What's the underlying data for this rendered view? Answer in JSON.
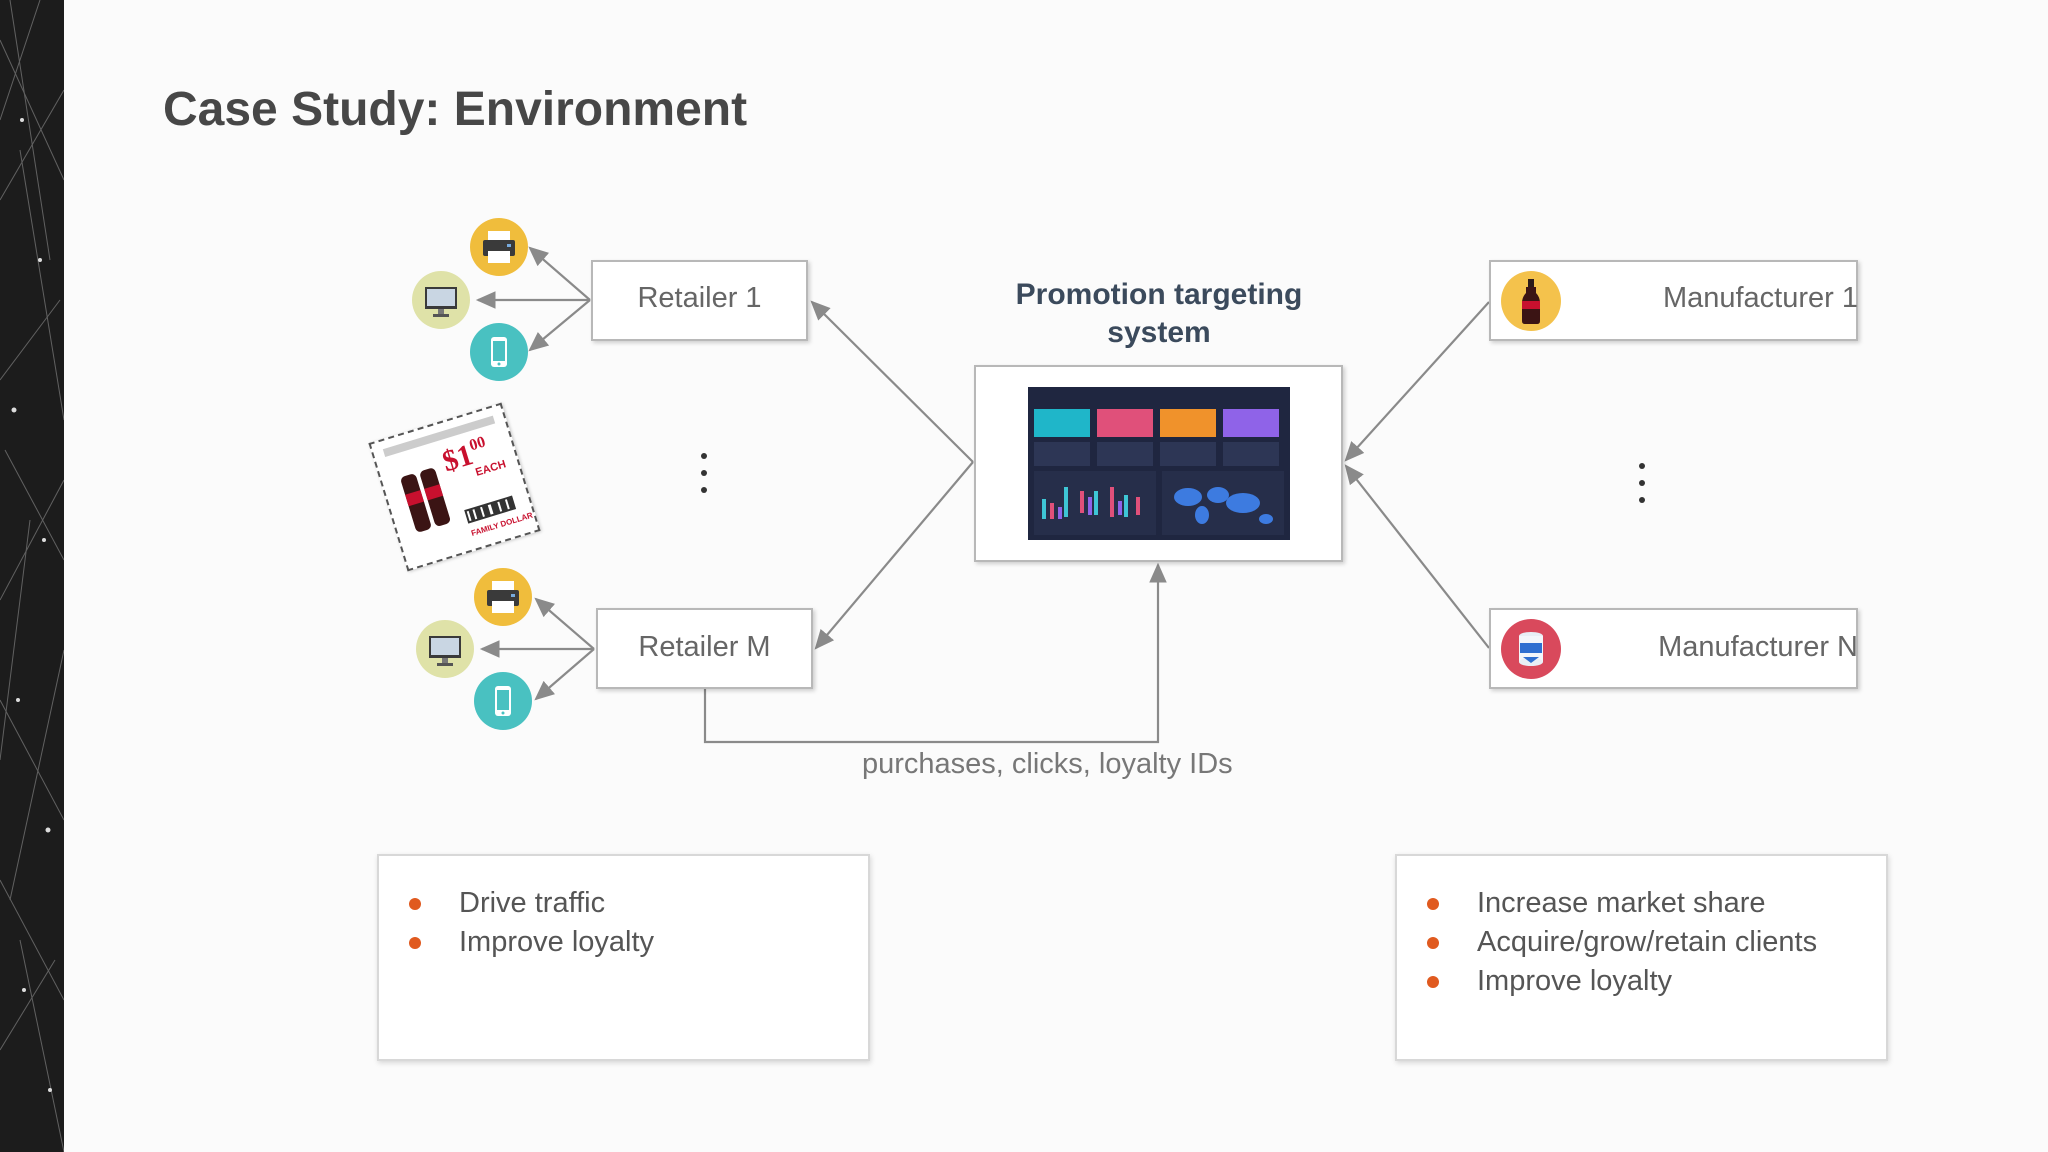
{
  "slide": {
    "title": "Case Study: Environment"
  },
  "retailers": [
    {
      "label": "Retailer 1"
    },
    {
      "label": "Retailer M"
    }
  ],
  "manufacturers": [
    {
      "label": "Manufacturer 1"
    },
    {
      "label": "Manufacturer N"
    }
  ],
  "center": {
    "title": "Promotion targeting system"
  },
  "flow": {
    "label": "purchases, clicks, loyalty IDs"
  },
  "coupon": {
    "amount": "$1",
    "cents": "00",
    "each": "EACH",
    "brand": "FAMILY DOLLAR"
  },
  "retailer_goals": [
    "Drive traffic",
    "Improve loyalty"
  ],
  "manufacturer_goals": [
    "Increase market share",
    "Acquire/grow/retain clients",
    "Improve loyalty"
  ],
  "colors": {
    "bullet": "#e05a1f",
    "title": "#474747",
    "arrow": "#8a8a8a",
    "sidebar": "#1c1c1c"
  },
  "icons": [
    "printer-icon",
    "monitor-icon",
    "phone-icon",
    "soda-bottle-icon",
    "milk-can-icon"
  ]
}
